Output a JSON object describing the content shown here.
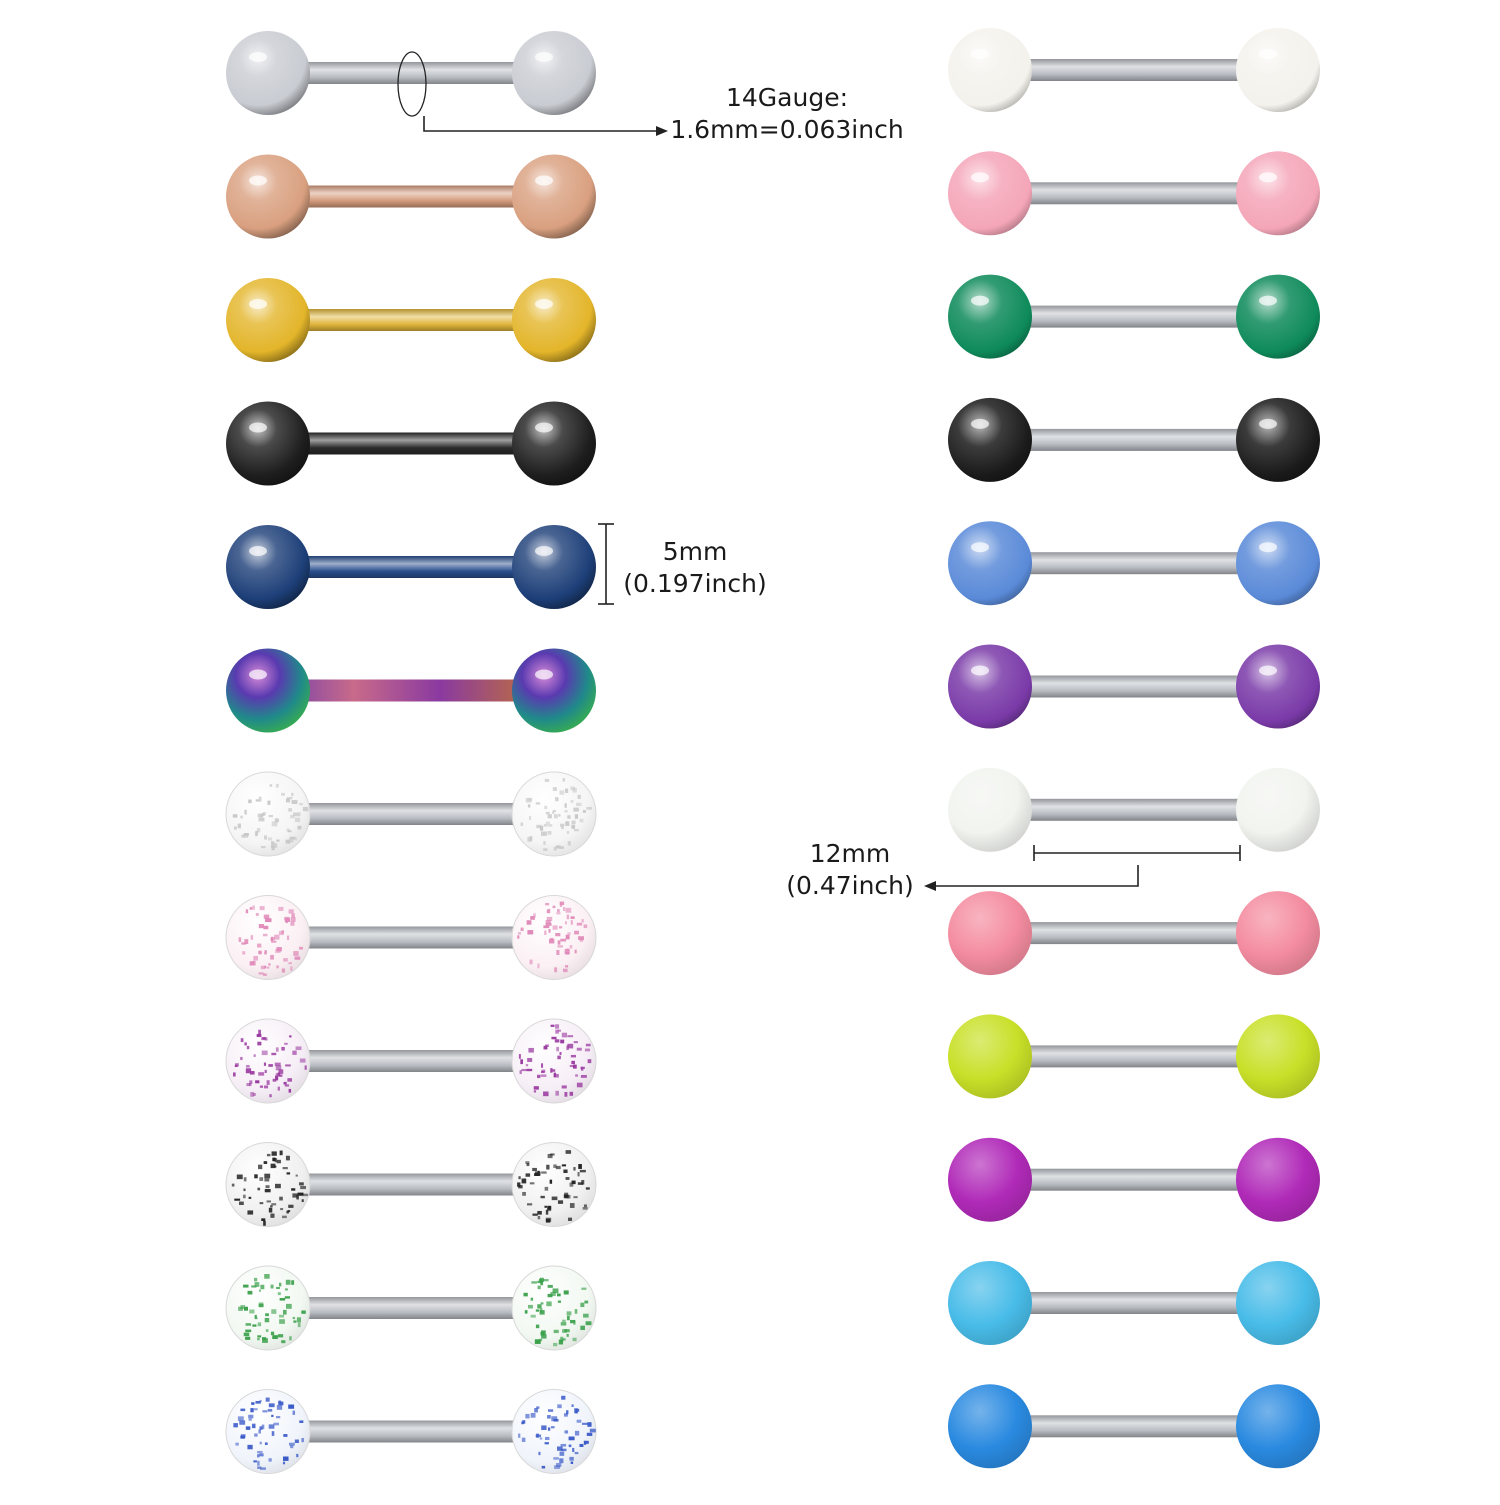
{
  "annotations": {
    "gauge": {
      "title": "14Gauge:",
      "value": "1.6mm=0.063inch"
    },
    "ball_size": {
      "title": "5mm",
      "value": "(0.197inch)"
    },
    "bar_length": {
      "title": "12mm",
      "value": "(0.47inch)"
    }
  },
  "barbells": {
    "left": [
      {
        "name": "silver",
        "finish": "metal",
        "ball": "#c9ccd2",
        "bar": "#b8bcc2"
      },
      {
        "name": "rose-gold",
        "finish": "metal",
        "ball": "#d9a080",
        "bar": "#d49a7c"
      },
      {
        "name": "gold",
        "finish": "metal",
        "ball": "#e3b52a",
        "bar": "#e0b53a"
      },
      {
        "name": "black",
        "finish": "metal",
        "ball": "#1e1e1e",
        "bar": "#2a2a2a"
      },
      {
        "name": "blue",
        "finish": "metal",
        "ball": "#1d3f78",
        "bar": "#274d8c"
      },
      {
        "name": "rainbow",
        "finish": "rainbow",
        "ball": "#4a3aa0",
        "bar": "#8a4a9a"
      },
      {
        "name": "clear-glitter",
        "finish": "glitter",
        "ball": "#f5f5f5",
        "speck": "#c8c8c8",
        "bar": "#b8bcc2"
      },
      {
        "name": "pink-glitter",
        "finish": "glitter",
        "ball": "#fbf0f4",
        "speck": "#e08ab8",
        "bar": "#b8bcc2"
      },
      {
        "name": "purple-glitter",
        "finish": "glitter",
        "ball": "#f6eef6",
        "speck": "#9a3aa0",
        "bar": "#b8bcc2"
      },
      {
        "name": "black-glitter",
        "finish": "glitter",
        "ball": "#f0f0f0",
        "speck": "#222222",
        "bar": "#b8bcc2"
      },
      {
        "name": "green-glitter",
        "finish": "glitter",
        "ball": "#f2f8f2",
        "speck": "#3aa04a",
        "bar": "#b8bcc2"
      },
      {
        "name": "blue-glitter",
        "finish": "glitter",
        "ball": "#f0f4fb",
        "speck": "#3a5ac8",
        "bar": "#b8bcc2"
      }
    ],
    "right": [
      {
        "name": "white-pearl",
        "finish": "pearl",
        "ball": "#f4f2ec",
        "bar": "#b8bcc2"
      },
      {
        "name": "pink-pearl",
        "finish": "pearl",
        "ball": "#f4a6b8",
        "bar": "#b8bcc2"
      },
      {
        "name": "green-pearl",
        "finish": "pearl",
        "ball": "#0e8a5a",
        "bar": "#b8bcc2"
      },
      {
        "name": "black-pearl",
        "finish": "pearl",
        "ball": "#1a1a1a",
        "bar": "#b8bcc2"
      },
      {
        "name": "blue-pearl",
        "finish": "pearl",
        "ball": "#5a8ad8",
        "bar": "#b8bcc2"
      },
      {
        "name": "purple-pearl",
        "finish": "pearl",
        "ball": "#7a3aa8",
        "bar": "#b8bcc2"
      },
      {
        "name": "white-glow",
        "finish": "glow",
        "ball": "#f2f4f0",
        "bar": "#b8bcc2"
      },
      {
        "name": "pink-glow",
        "finish": "glow",
        "ball": "#f48ca0",
        "bar": "#b8bcc2"
      },
      {
        "name": "yellow-glow",
        "finish": "glow",
        "ball": "#c8e028",
        "bar": "#b8bcc2"
      },
      {
        "name": "magenta-glow",
        "finish": "glow",
        "ball": "#b02ab8",
        "bar": "#b8bcc2"
      },
      {
        "name": "sky-blue-glow",
        "finish": "glow",
        "ball": "#48bce8",
        "bar": "#b8bcc2"
      },
      {
        "name": "blue-glow",
        "finish": "glow",
        "ball": "#2a8ae0",
        "bar": "#b8bcc2"
      }
    ]
  }
}
